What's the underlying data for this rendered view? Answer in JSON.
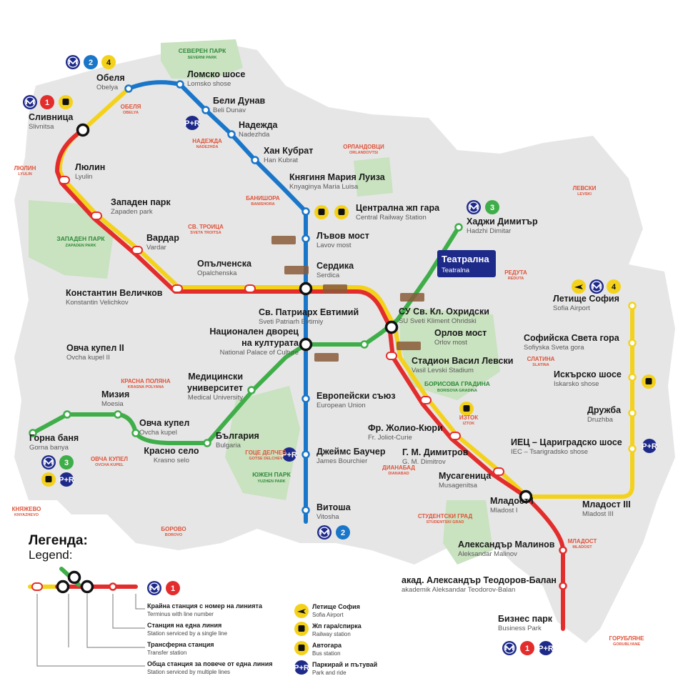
{
  "colors": {
    "line1": "#e32d2d",
    "line2": "#1976c9",
    "line3": "#3fae49",
    "line4": "#f4d21c",
    "district": "#e0533a",
    "park": "#2e8b3a",
    "city": "#e6e6e6",
    "parkfill": "#c9e2bf",
    "metro_badge": "#1e2a8a"
  },
  "icons": {
    "metro": "metro-logo-icon",
    "bus": "bus-icon",
    "train": "train-icon",
    "plane": "plane-icon",
    "park_ride": "park-and-ride-icon"
  },
  "badges": {
    "l1": "1",
    "l2": "2",
    "l3": "3",
    "l4": "4",
    "pr": "P+R"
  },
  "stations": {
    "obelya": {
      "bg": "Обеля",
      "lat": "Obelya"
    },
    "slivnitsa": {
      "bg": "Сливница",
      "lat": "Slivnitsa"
    },
    "lyulin": {
      "bg": "Люлин",
      "lat": "Lyulin"
    },
    "zapaden_park": {
      "bg": "Западен парк",
      "lat": "Zapaden park"
    },
    "vardar": {
      "bg": "Вардар",
      "lat": "Vardar"
    },
    "k_velichkov": {
      "bg": "Константин Величков",
      "lat": "Konstantin Velichkov"
    },
    "opalchenska": {
      "bg": "Опълченска",
      "lat": "Opalchenska"
    },
    "serdika": {
      "bg": "Сердика",
      "lat": "Serdica"
    },
    "lomsko": {
      "bg": "Ломско шосе",
      "lat": "Lomsko shose"
    },
    "beli_dunav": {
      "bg": "Бели Дунав",
      "lat": "Beli Dunav"
    },
    "nadezhda": {
      "bg": "Надежда",
      "lat": "Nadezhda"
    },
    "han_kubrat": {
      "bg": "Хан Кубрат",
      "lat": "Han Kubrat"
    },
    "mariya_luiza": {
      "bg": "Княгиня Мария Луиза",
      "lat": "Knyaginya Maria Luisa"
    },
    "central_rail": {
      "bg": "Централна жп гара",
      "lat": "Central Railway Station"
    },
    "lavov": {
      "bg": "Лъвов мост",
      "lat": "Lavov most"
    },
    "hadzhi": {
      "bg": "Хаджи Димитър",
      "lat": "Hadzhi Dimitar"
    },
    "teatralna": {
      "bg": "Театрална",
      "lat": "Teatralna"
    },
    "su": {
      "bg": "СУ Св. Кл. Охридски",
      "lat": "SU Sveti Kliment Ohridski"
    },
    "patriarh": {
      "bg": "Св. Патриарх Евтимий",
      "lat": "Sveti Patriarh Evtimiy"
    },
    "ndk_1": {
      "bg": "Национален дворец",
      "lat": "National Palace of Culture"
    },
    "ndk_2": {
      "bg": "на културата"
    },
    "orlov": {
      "bg": "Орлов мост",
      "lat": "Orlov most"
    },
    "stadion": {
      "bg": "Стадион Васил Левски",
      "lat": "Vasil Levski Stadium"
    },
    "ovcha2": {
      "bg": "Овча купел II",
      "lat": "Ovcha kupel II"
    },
    "med_1": {
      "bg": "Медицински"
    },
    "med_2": {
      "bg": "университет",
      "lat": "Medical University"
    },
    "moesia": {
      "bg": "Мизия",
      "lat": "Moesia"
    },
    "evrop": {
      "bg": "Европейски съюз",
      "lat": "European Union"
    },
    "ovcha": {
      "bg": "Овча купел",
      "lat": "Ovcha kupel"
    },
    "gorna": {
      "bg": "Горна баня",
      "lat": "Gorna banya"
    },
    "krasno": {
      "bg": "Красно село",
      "lat": "Krasno selo"
    },
    "bulgaria": {
      "bg": "България",
      "lat": "Bulgaria"
    },
    "joliot": {
      "bg": "Фр. Жолио-Кюри",
      "lat": "Fr. Joliot-Curie"
    },
    "bauchar": {
      "bg": "Джеймс Баучер",
      "lat": "James Bourchier"
    },
    "dimitrov": {
      "bg": "Г. М. Димитров",
      "lat": "G. M. Dimitrov"
    },
    "musagenitsa": {
      "bg": "Мусагеница",
      "lat": "Musagenitsa"
    },
    "vitosha": {
      "bg": "Витоша",
      "lat": "Vitosha"
    },
    "mladost1": {
      "bg": "Младост I",
      "lat": "Mladost I"
    },
    "mladost3": {
      "bg": "Младост III",
      "lat": "Mladost III"
    },
    "malinov": {
      "bg": "Александър Малинов",
      "lat": "Aleksandar Malinov"
    },
    "teodorov": {
      "bg": "акад. Александър Теодоров-Балан",
      "lat": "akademik Aleksandar Teodorov-Balan"
    },
    "biznes": {
      "bg": "Бизнес парк",
      "lat": "Business Park"
    },
    "airport": {
      "bg": "Летище София",
      "lat": "Sofia Airport"
    },
    "sveta_gora": {
      "bg": "Софийска Света гора",
      "lat": "Sofiyska Sveta gora"
    },
    "iskarsko": {
      "bg": "Искърско шосе",
      "lat": "Iskarsko shose"
    },
    "druzhba": {
      "bg": "Дружба",
      "lat": "Druzhba"
    },
    "iec": {
      "bg": "ИЕЦ – Цариградско шосе",
      "lat": "IEC – Tsarigradsko shose"
    }
  },
  "districts": {
    "obelya": {
      "bg": "ОБЕЛЯ",
      "lat": "OBELYA"
    },
    "nadezhda": {
      "bg": "НАДЕЖДА",
      "lat": "NADEZHDA"
    },
    "orlandovtsi": {
      "bg": "ОРЛАНДОВЦИ",
      "lat": "ORLANDOVTSI"
    },
    "lyulin": {
      "bg": "ЛЮЛИН",
      "lat": "LYULIN"
    },
    "banishora": {
      "bg": "БАНИШОРА",
      "lat": "BANISHORA"
    },
    "troitsa": {
      "bg": "СВ. ТРОИЦА",
      "lat": "SVETA TROITSA"
    },
    "levski": {
      "bg": "ЛЕВСКИ",
      "lat": "LEVSKI"
    },
    "reduta": {
      "bg": "РЕДУТА",
      "lat": "REDUTA"
    },
    "krasna": {
      "bg": "КРАСНА ПОЛЯНА",
      "lat": "KRASNA POLYANA"
    },
    "slatina": {
      "bg": "СЛАТИНА",
      "lat": "SLATINA"
    },
    "iztok": {
      "bg": "ИЗТОК",
      "lat": "IZTOK"
    },
    "ovcha": {
      "bg": "ОВЧА КУПЕЛ",
      "lat": "OVCHA KUPEL"
    },
    "delchev": {
      "bg": "ГОЦЕ ДЕЛЧЕВ",
      "lat": "GOTSE DELCHEV"
    },
    "dianabad": {
      "bg": "ДИАНАБАД",
      "lat": "DIANABAD"
    },
    "knyazhevo": {
      "bg": "КНЯЖЕВО",
      "lat": "KNYAZHEVO"
    },
    "studentski": {
      "bg": "СТУДЕНТСКИ ГРАД",
      "lat": "STUDENTSKI GRAD"
    },
    "boyana": {
      "bg": "БОРОВО",
      "lat": "BOROVO"
    },
    "mladost": {
      "bg": "МЛАДОСТ",
      "lat": "MLADOST"
    },
    "gorublyane": {
      "bg": "ГОРУБЛЯНЕ",
      "lat": "GORUBLYANE"
    }
  },
  "parks": {
    "severen": {
      "bg": "СЕВЕРЕН ПАРК",
      "lat": "SEVERNI PARK"
    },
    "zapaden": {
      "bg": "ЗАПАДЕН ПАРК",
      "lat": "ZAPADEN PARK"
    },
    "borisova": {
      "bg": "БОРИСОВА ГРАДИНА",
      "lat": "BORISOVA GRADINA"
    },
    "yuzhen": {
      "bg": "ЮЖЕН ПАРК",
      "lat": "YUZHEN PARK"
    }
  },
  "legend": {
    "title_bg": "Легенда:",
    "title_en": "Legend:",
    "terminus_bg": "Крайна станция с номер на линията",
    "terminus_en": "Terminus with line number",
    "single_bg": "Станция на една линия",
    "single_en": "Station serviced by a single line",
    "transfer_bg": "Трансферна станция",
    "transfer_en": "Transfer station",
    "multi_bg": "Обща станция за повече от една линия",
    "multi_en": "Station serviced by multiple lines",
    "airport_bg": "Летище София",
    "airport_en": "Sofia Airport",
    "rail_bg": "Жп гара/спирка",
    "rail_en": "Railway station",
    "bus_bg": "Автогара",
    "bus_en": "Bus station",
    "pr_bg": "Паркирай и пътувай",
    "pr_en": "Park and ride"
  }
}
